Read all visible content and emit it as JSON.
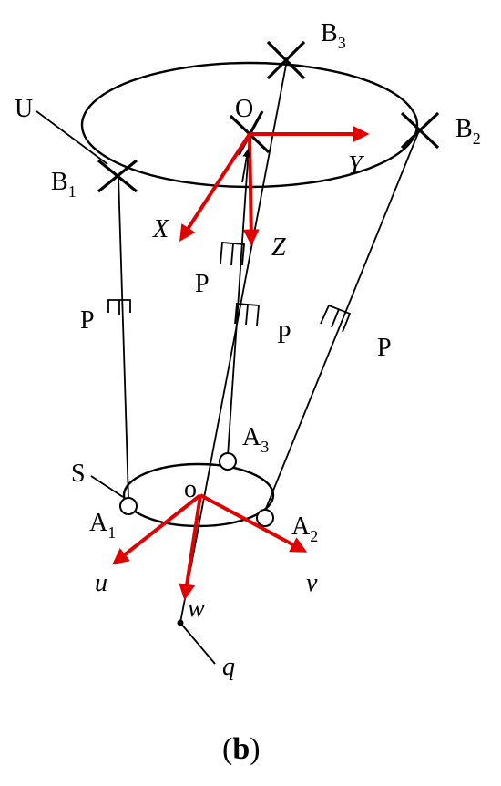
{
  "labels": {
    "B1": {
      "main": "B",
      "sub": "1"
    },
    "B2": {
      "main": "B",
      "sub": "2"
    },
    "B3": {
      "main": "B",
      "sub": "3"
    },
    "A1": {
      "main": "A",
      "sub": "1"
    },
    "A2": {
      "main": "A",
      "sub": "2"
    },
    "A3": {
      "main": "A",
      "sub": "3"
    },
    "U": "U",
    "O": "O",
    "S": "S",
    "o": "o",
    "X": "X",
    "Y": "Y",
    "Z": "Z",
    "u": "u",
    "v": "v",
    "w": "w",
    "q": "q",
    "P": "P"
  },
  "caption": {
    "open": "(",
    "letter": "b",
    "close": ")"
  },
  "colors": {
    "axis": "#e00000",
    "line": "#000000"
  }
}
